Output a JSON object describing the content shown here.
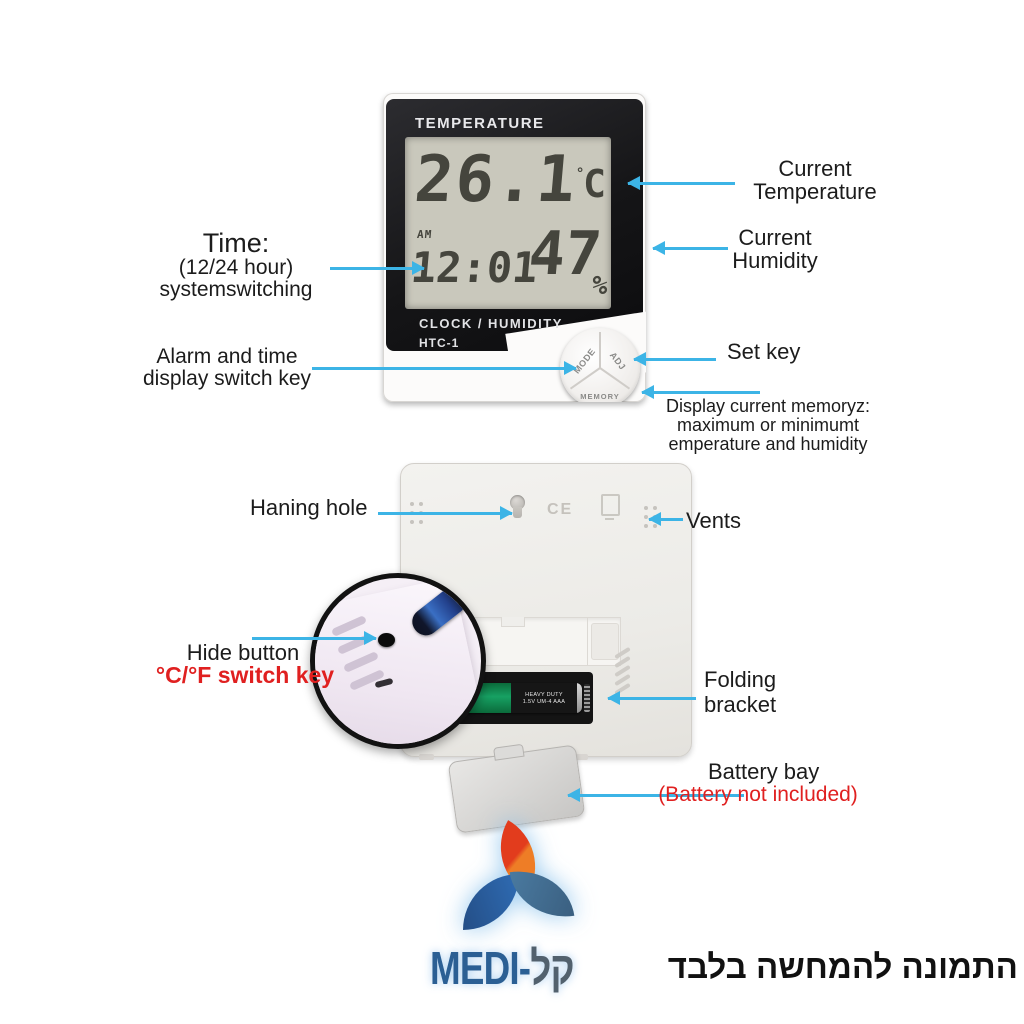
{
  "colors": {
    "arrow_accent": "#3cb4e6",
    "warning_red": "#e02020",
    "lcd_background": "#c9c8bc",
    "lcd_digits": "#45453d",
    "brand_blue": "#2b5f94"
  },
  "device_front": {
    "brand_top": "TEMPERATURE",
    "lcd": {
      "temperature_value": "26.1",
      "degree_symbol": "°",
      "temperature_unit": "C",
      "am_indicator": "AM",
      "time_value": "12:01",
      "humidity_value": "47",
      "percent_symbol": "%"
    },
    "footer_line": "CLOCK / HUMIDITY",
    "model": "HTC-1",
    "buttons": {
      "mode": "MODE",
      "adj": "ADJ",
      "memory": "MEMORY"
    }
  },
  "device_back": {
    "ce_mark": "CE",
    "battery_text_line1": "HEAVY DUTY",
    "battery_text_line2": "1.5V UM-4 AAA"
  },
  "annotations_front": {
    "current_temperature_line1": "Current",
    "current_temperature_line2": "Temperature",
    "current_humidity_line1": "Current",
    "current_humidity_line2": "Humidity",
    "time_title": "Time:",
    "time_line2": "(12/24 hour)",
    "time_line3": "systemswitching",
    "alarm_line1": "Alarm and time",
    "alarm_line2": "display switch key",
    "set_key": "Set key",
    "memory_line1": "Display current memoryz:",
    "memory_line2": "maximum or minimumt",
    "memory_line3": "emperature and humidity"
  },
  "annotations_back": {
    "hanging_hole": "Haning hole",
    "vents": "Vents",
    "hide_button": "Hide button",
    "hide_button_sub": "°C/°F switch key",
    "folding_line1": "Folding",
    "folding_line2": "bracket",
    "battery_bay": "Battery bay",
    "battery_bay_sub": "(Battery not included)"
  },
  "footer": {
    "brand": "MEDI-",
    "brand_suffix": "קל",
    "disclaimer": "התמונה להמחשה בלבד"
  }
}
